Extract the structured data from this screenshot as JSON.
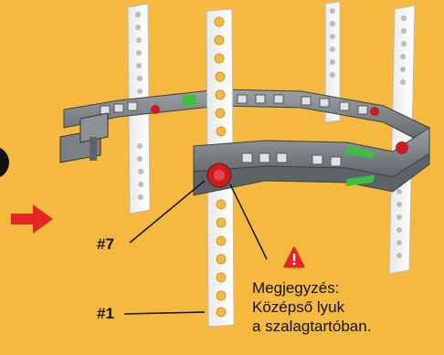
{
  "labels": {
    "part7": "#7",
    "part1": "#1"
  },
  "note": {
    "line1": "Megjegyzés:",
    "line2": "Középső lyuk",
    "line3": "a szalagtartóban."
  },
  "icons": {
    "warning": "warning-triangle-icon",
    "arrow": "arrow-right-icon"
  },
  "colors": {
    "background": "#f4b93e",
    "arrow": "#e52521",
    "warning": "#e52521",
    "beam_frame": "#6e7478",
    "accent_green": "#3fbf3f",
    "peg_red": "#c81c24"
  }
}
